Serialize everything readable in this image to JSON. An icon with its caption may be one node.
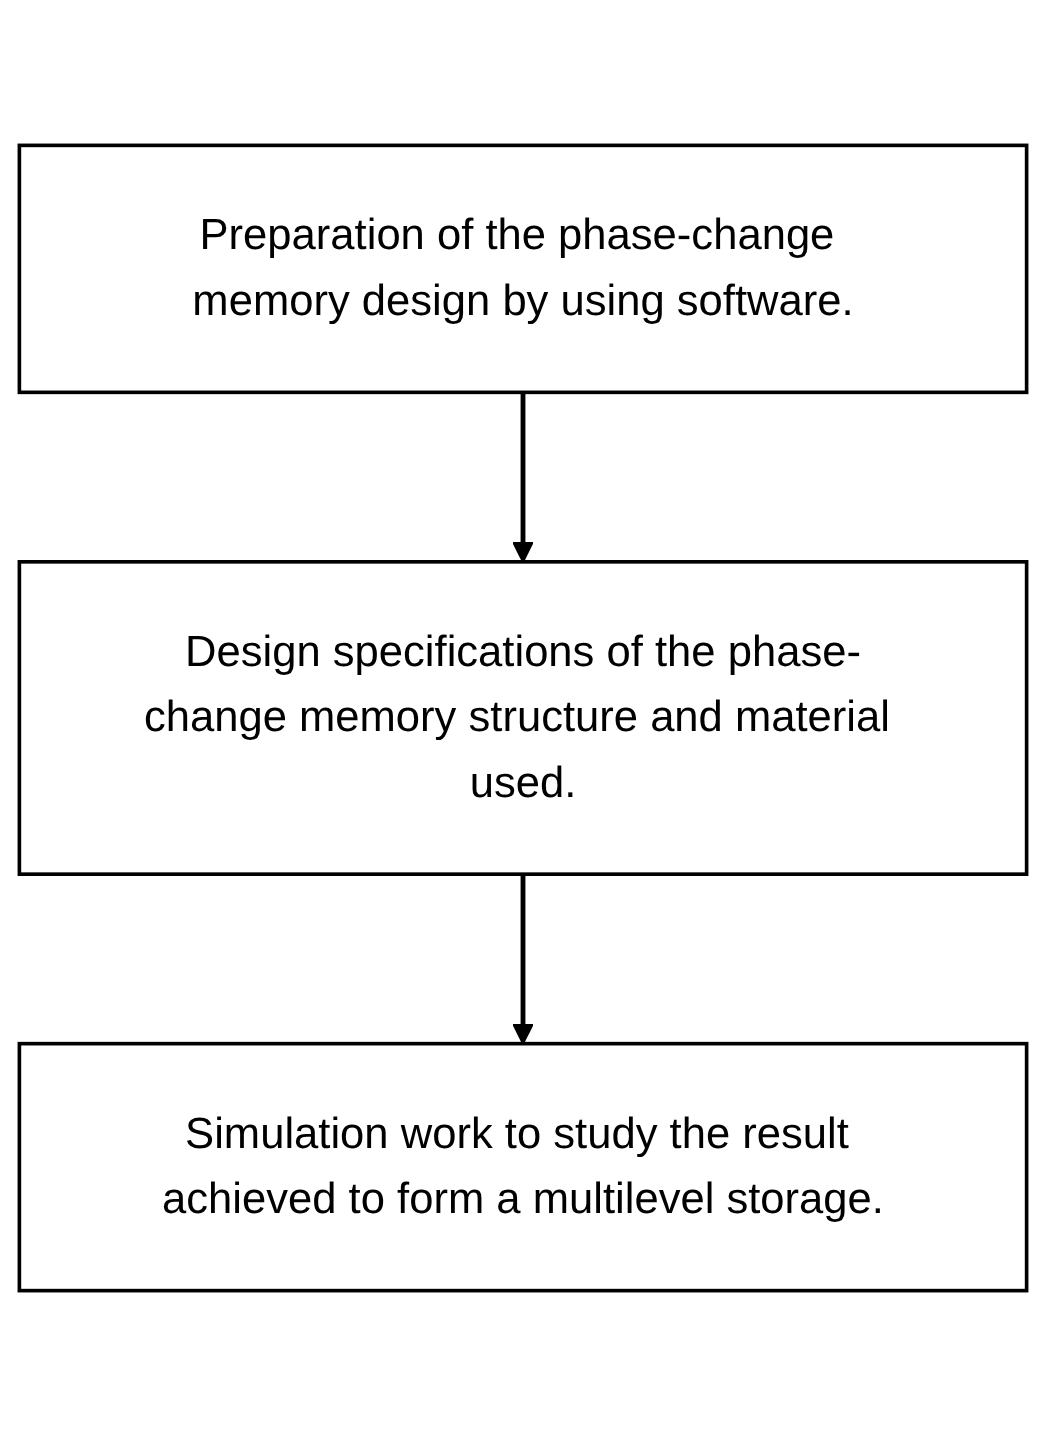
{
  "diagram": {
    "nodes": [
      {
        "text": [
          "Preparation of the phase-change memory design by using software."
        ]
      },
      {
        "text": [
          "Design specifications of the phase-change memory structure and material used."
        ]
      },
      {
        "text": [
          "Simulation work to study the result achieved to form a multilevel storage."
        ]
      }
    ],
    "edges": [
      {
        "from": 0,
        "to": 1,
        "arrow": "to"
      },
      {
        "from": 1,
        "to": 2,
        "arrow": "to"
      }
    ]
  }
}
